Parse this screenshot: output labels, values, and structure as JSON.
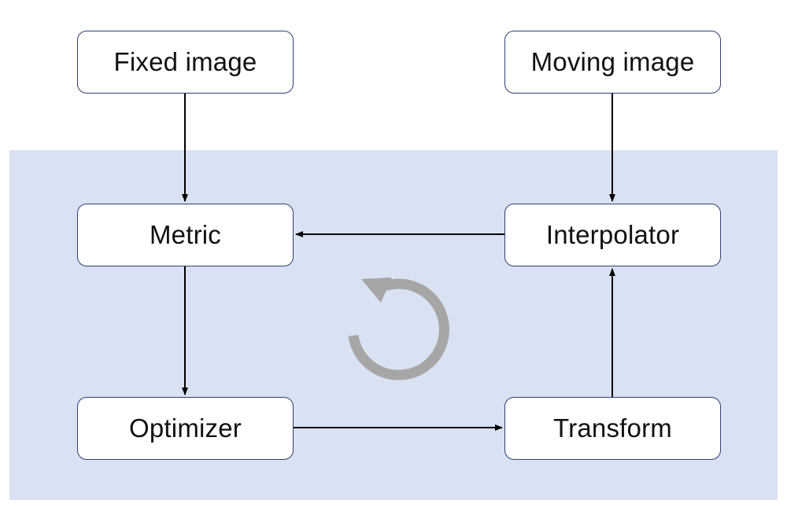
{
  "diagram": {
    "nodes": {
      "fixed_image": "Fixed image",
      "moving_image": "Moving image",
      "metric": "Metric",
      "interpolator": "Interpolator",
      "optimizer": "Optimizer",
      "transform": "Transform"
    },
    "edges": [
      {
        "from": "fixed_image",
        "to": "metric"
      },
      {
        "from": "moving_image",
        "to": "interpolator"
      },
      {
        "from": "interpolator",
        "to": "metric"
      },
      {
        "from": "metric",
        "to": "optimizer"
      },
      {
        "from": "optimizer",
        "to": "transform"
      },
      {
        "from": "transform",
        "to": "interpolator"
      }
    ],
    "colors": {
      "loop_background": "#d9e2f3",
      "node_border": "#2f3f73",
      "arrow": "#000000",
      "cycle_icon": "#a6a6a6"
    },
    "cycle_icon": "iteration-cycle-icon"
  }
}
